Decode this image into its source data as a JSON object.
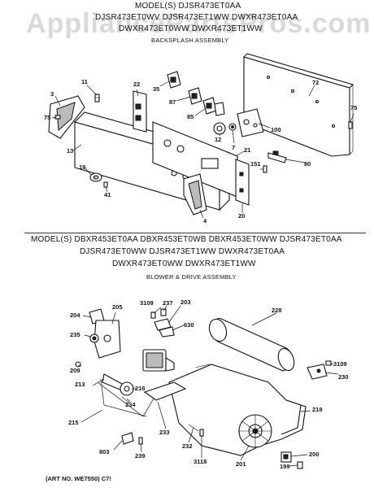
{
  "watermark": "AppliancePartsPros.com",
  "backsplash": {
    "model_line1": "MODEL(S) DJSR473ET0AA",
    "model_line2": "DJSR473ET0WV DJSR473ET1WW DWXR473ET0AA",
    "model_line3": "DWXR473ET0WW DWXR473ET1WW",
    "title": "BACKSPLASH ASSEMBLY",
    "labels": {
      "p11": "11",
      "p22": "22",
      "p35": "35",
      "p72": "72",
      "p3": "3",
      "p75a": "75",
      "p87": "87",
      "p85": "85",
      "p75b": "75",
      "p12": "12",
      "p100": "100",
      "p7": "7",
      "p21": "21",
      "p13": "13",
      "p151": "151",
      "p80": "80",
      "p19": "19",
      "p41": "41",
      "p4": "4",
      "p20": "20"
    }
  },
  "blower": {
    "model_line1": "MODEL(S) DBXR453ET0AA DBXR453ET0WB DBXR453ET0WW DJSR473ET0AA",
    "model_line2": "DJSR473ET0WW DJSR473ET1WW DWXR473ET0AA",
    "model_line3": "DWXR473ET0WW DWXR473ET1WW",
    "title": "BLOWER & DRIVE ASSEMBLY",
    "labels": {
      "p3109a": "3109",
      "p237": "237",
      "p203": "203",
      "p204": "204",
      "p205": "205",
      "p228": "228",
      "p235": "235",
      "p630": "630",
      "p209": "209",
      "p3109b": "3109",
      "p230": "230",
      "p213": "213",
      "p216": "216",
      "p234": "234",
      "p218": "218",
      "p215": "215",
      "p233": "233",
      "p232": "232",
      "p803": "803",
      "p239": "239",
      "p3118": "3118",
      "p201": "201",
      "p200": "200",
      "p199": "199"
    },
    "art_no": "(ART NO. WE7550) C7!"
  }
}
